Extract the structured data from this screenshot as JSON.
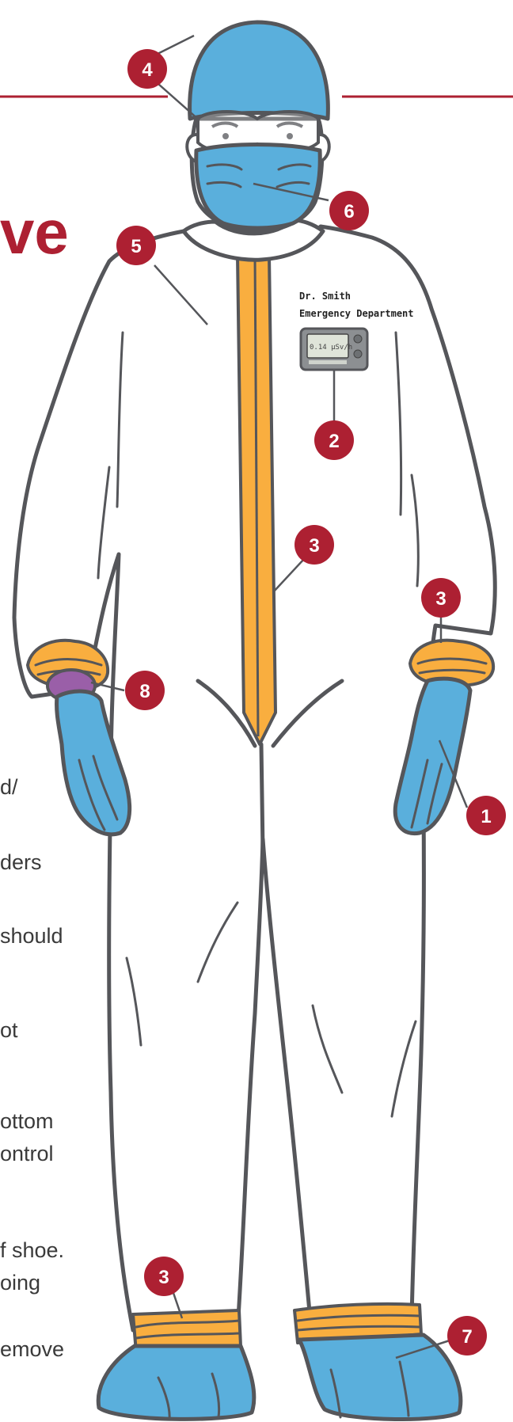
{
  "colors": {
    "accent_red": "#ad2032",
    "ppe_blue": "#5aafdc",
    "seam_orange": "#f9ae3f",
    "inner_glove_purple": "#9a5fa8",
    "outline_gray": "#55565a"
  },
  "title_fragment": "ve",
  "badge": {
    "name": "Dr. Smith",
    "department": "Emergency Department"
  },
  "dosimeter": {
    "reading": "0.14 µSv/h"
  },
  "markers": {
    "m1": "1",
    "m2": "2",
    "m3_chest": "3",
    "m3_right_cuff": "3",
    "m3_left_ankle": "3",
    "m4": "4",
    "m5": "5",
    "m6": "6",
    "m7": "7",
    "m8": "8"
  },
  "text_fragments": [
    "d/",
    "ders",
    " should",
    "ot",
    "ottom",
    "ontrol",
    "f shoe.",
    "oing",
    "emove"
  ]
}
